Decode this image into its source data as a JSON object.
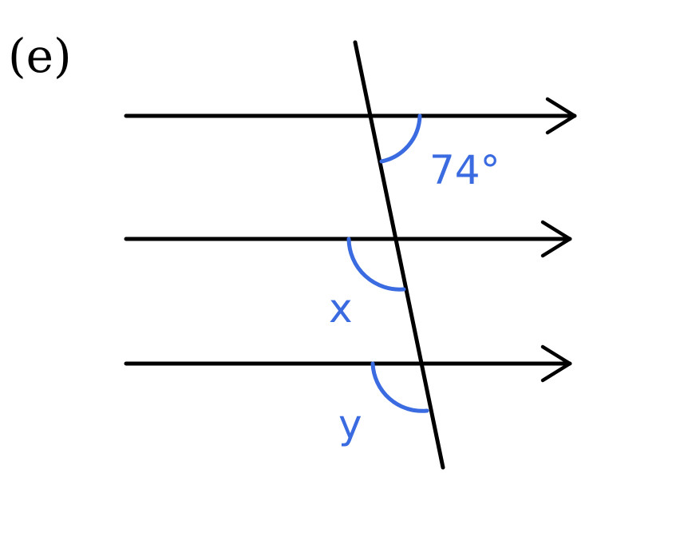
{
  "part_label": "(e)",
  "angles": {
    "given": "74°",
    "x": "x",
    "y": "y"
  },
  "colors": {
    "lines": "#000000",
    "angle_marks": "#3b6be0"
  }
}
